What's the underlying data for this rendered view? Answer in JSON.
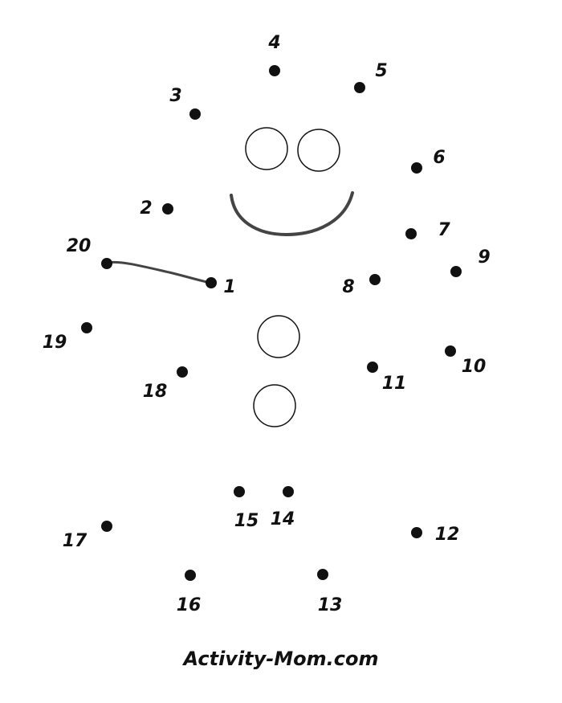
{
  "worksheet": {
    "dots": [
      {
        "label": "1"
      },
      {
        "label": "2"
      },
      {
        "label": "3"
      },
      {
        "label": "4"
      },
      {
        "label": "5"
      },
      {
        "label": "6"
      },
      {
        "label": "7"
      },
      {
        "label": "8"
      },
      {
        "label": "9"
      },
      {
        "label": "10"
      },
      {
        "label": "11"
      },
      {
        "label": "12"
      },
      {
        "label": "13"
      },
      {
        "label": "14"
      },
      {
        "label": "15"
      },
      {
        "label": "16"
      },
      {
        "label": "17"
      },
      {
        "label": "18"
      },
      {
        "label": "19"
      },
      {
        "label": "20"
      }
    ],
    "footer": "Activity-Mom.com",
    "colors": {
      "ink": "#111111",
      "guide_line": "#444444",
      "background": "#ffffff"
    }
  }
}
